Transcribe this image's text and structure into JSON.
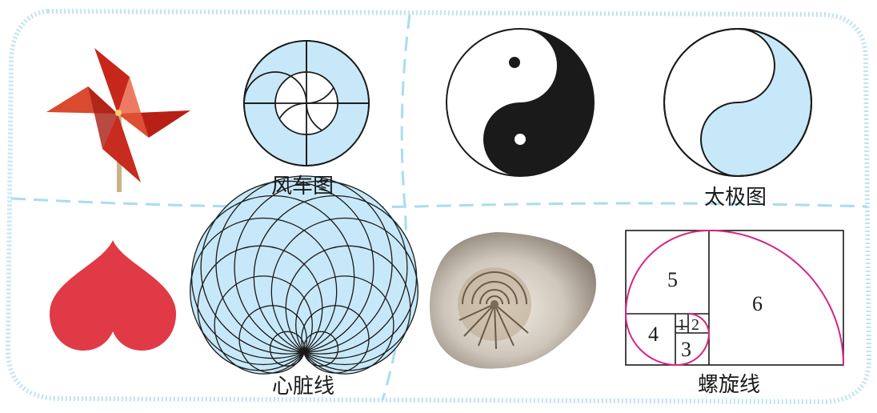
{
  "panels": {
    "pinwheel": {
      "caption": "风车图"
    },
    "taiji": {
      "caption": "太极图"
    },
    "cardioid": {
      "caption": "心脏线"
    },
    "spiral": {
      "caption": "螺旋线",
      "squares": [
        "1",
        "2",
        "3",
        "4",
        "5",
        "6"
      ]
    }
  },
  "colors": {
    "frame_border": "#bfe3f3",
    "divider": "#a9dcf2",
    "light_blue_fill": "#c7e8f8",
    "ink": "#1a1a1a",
    "heart_red": "#e03a46",
    "spiral_magenta": "#d8247f",
    "pinwheel_red": "#d93a23"
  }
}
